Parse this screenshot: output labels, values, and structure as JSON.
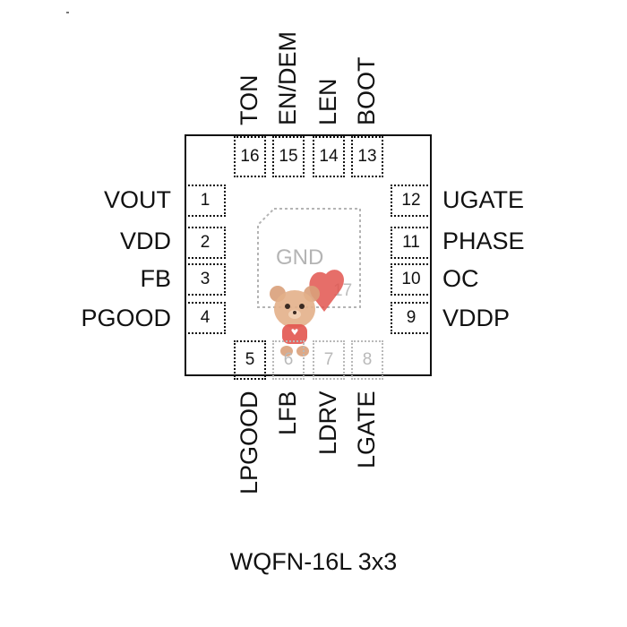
{
  "package": {
    "name": "WQFN-16L 3x3",
    "exposed_pad": {
      "label": "GND",
      "number": "17"
    }
  },
  "pins": {
    "left": [
      {
        "number": "1",
        "name": "VOUT"
      },
      {
        "number": "2",
        "name": "VDD"
      },
      {
        "number": "3",
        "name": "FB"
      },
      {
        "number": "4",
        "name": "PGOOD"
      }
    ],
    "bottom": [
      {
        "number": "5",
        "name": "LPGOOD"
      },
      {
        "number": "6",
        "name": "LFB"
      },
      {
        "number": "7",
        "name": "LDRV"
      },
      {
        "number": "8",
        "name": "LGATE"
      }
    ],
    "right": [
      {
        "number": "9",
        "name": "VDDP"
      },
      {
        "number": "10",
        "name": "OC"
      },
      {
        "number": "11",
        "name": "PHASE"
      },
      {
        "number": "12",
        "name": "UGATE"
      }
    ],
    "top": [
      {
        "number": "13",
        "name": "BOOT"
      },
      {
        "number": "14",
        "name": "LEN"
      },
      {
        "number": "15",
        "name": "EN/DEM"
      },
      {
        "number": "16",
        "name": "TON"
      }
    ]
  }
}
